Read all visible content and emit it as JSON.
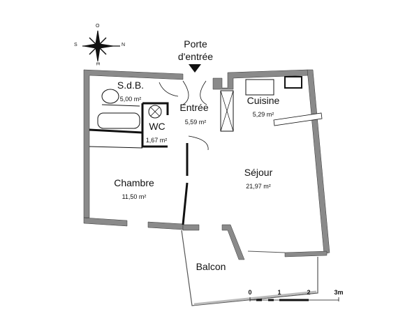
{
  "entrance": {
    "label_line1": "Porte",
    "label_line2": "d'entrée"
  },
  "compass": {
    "north": "N",
    "south": "S",
    "east": "E",
    "west": "O"
  },
  "rooms": [
    {
      "name": "S.d.B.",
      "area": "5,00 m²"
    },
    {
      "name": "Entrée",
      "area": "5,59 m²"
    },
    {
      "name": "Cuisine",
      "area": "5,29 m²"
    },
    {
      "name": "WC",
      "area": "1,67 m²"
    },
    {
      "name": "Chambre",
      "area": "11,50 m²"
    },
    {
      "name": "Séjour",
      "area": "21,97 m²"
    },
    {
      "name": "Balcon",
      "area": ""
    }
  ],
  "scale": {
    "ticks": [
      "0",
      "1",
      "2",
      "3m"
    ]
  },
  "colors": {
    "wall": "#8a8a8a",
    "ink": "#111111"
  }
}
